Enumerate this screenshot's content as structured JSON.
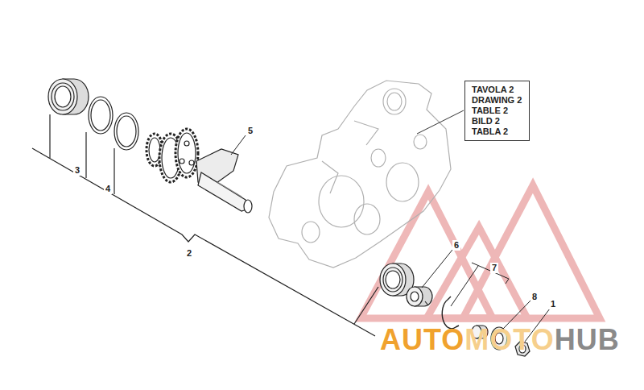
{
  "diagram": {
    "nodes": [
      {
        "text": [
          "TAVOLA 2",
          "DRAWING 2",
          "TABLE 2",
          "BILD 2",
          "TABLA 2"
        ]
      }
    ],
    "labels": [
      "3",
      "4",
      "2",
      "5",
      "6",
      "7",
      "8",
      "1",
      "AUTO",
      "MOTO",
      "HUB"
    ]
  }
}
